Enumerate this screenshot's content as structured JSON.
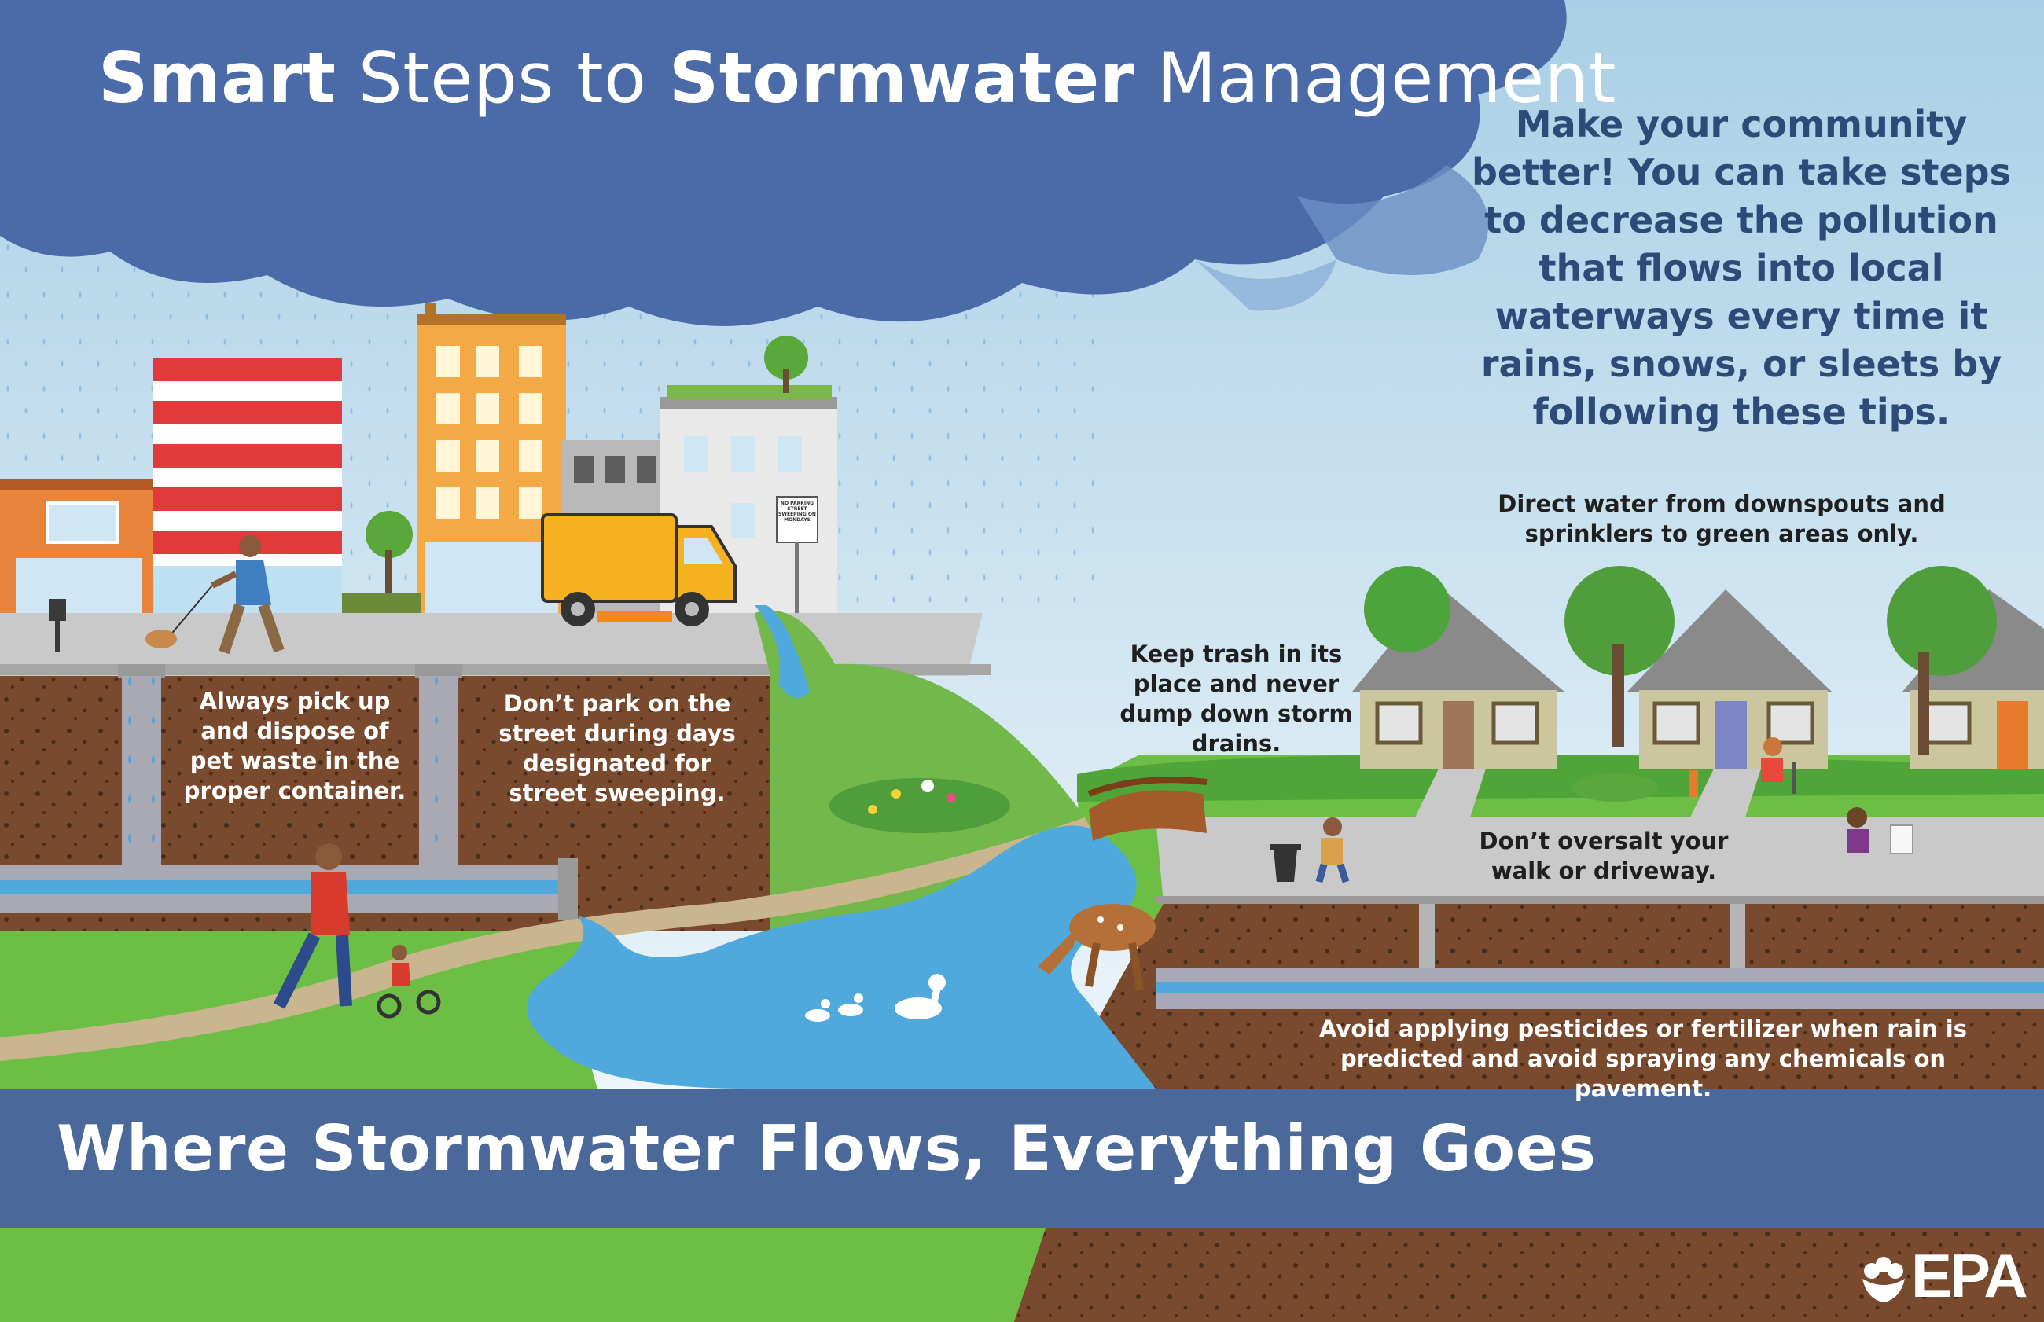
{
  "header": {
    "title_part1": "Smart",
    "title_part2": "Steps to",
    "title_part3": "Stormwater",
    "title_part4": "Management"
  },
  "intro": "Make your community better! You can take steps to decrease the pollution that flows into local waterways every time it rains, snows, or sleets by following these tips.",
  "tips": {
    "pet_waste": "Always pick up and dispose of pet waste in the proper container.",
    "street_parking": "Don’t park on the street during days designated for street sweeping.",
    "trash": "Keep trash in its place and never dump down storm drains.",
    "downspouts": "Direct water from downspouts and sprinklers to green areas only.",
    "salt": "Don’t oversalt your walk or driveway.",
    "pesticides": "Avoid applying pesticides or fertilizer when rain is predicted and avoid spraying any chemicals on pavement."
  },
  "street_sign": "NO PARKING STREET SWEEPING ON MONDAYS",
  "tagline": "Where Stormwater Flows, Everything Goes",
  "logo": {
    "text": "EPA",
    "icon": "epa-flower-icon"
  },
  "colors": {
    "sky_cloud": "#4a6aa6",
    "banner": "#4a6899",
    "water": "#4fa9dc",
    "grass": "#6cbf44",
    "soil": "#7a4a2e",
    "pavement": "#c9c9c9",
    "intro_text": "#2d4a78"
  }
}
